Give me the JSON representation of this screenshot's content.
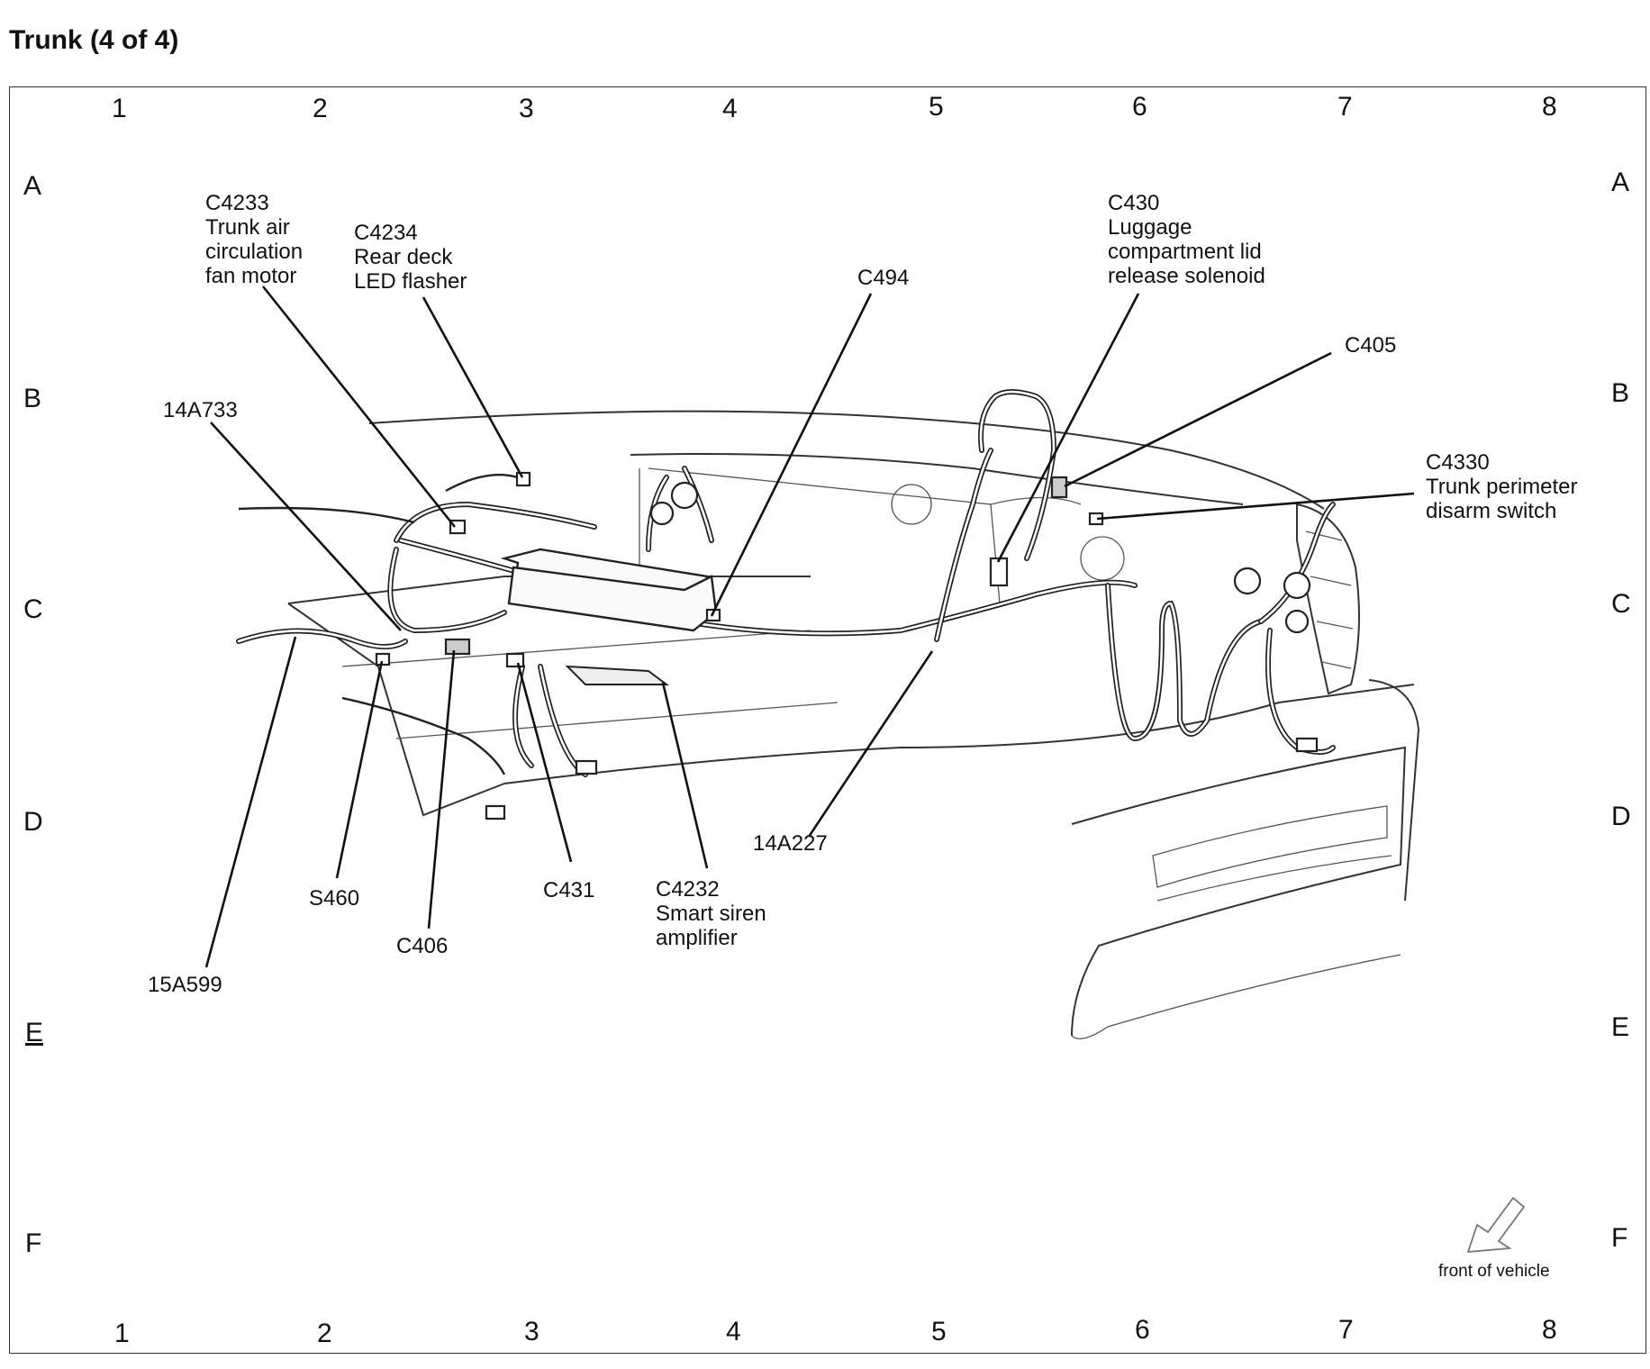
{
  "page": {
    "title": "Trunk (4 of 4)"
  },
  "grid": {
    "columns": [
      "1",
      "2",
      "3",
      "4",
      "5",
      "6",
      "7",
      "8"
    ],
    "rows": [
      "A",
      "B",
      "C",
      "D",
      "E",
      "F"
    ]
  },
  "callouts": {
    "c4233": {
      "id": "C4233",
      "desc": [
        "Trunk air",
        "circulation",
        "fan motor"
      ]
    },
    "c4234": {
      "id": "C4234",
      "desc": [
        "Rear deck",
        "LED flasher"
      ]
    },
    "c494": {
      "id": "C494"
    },
    "c430": {
      "id": "C430",
      "desc": [
        "Luggage",
        "compartment lid",
        "release solenoid"
      ]
    },
    "c405": {
      "id": "C405"
    },
    "c4330": {
      "id": "C4330",
      "desc": [
        "Trunk perimeter",
        "disarm switch"
      ]
    },
    "w14a733": {
      "id": "14A733"
    },
    "w14a227": {
      "id": "14A227"
    },
    "c4232": {
      "id": "C4232",
      "desc": [
        "Smart siren",
        "amplifier"
      ]
    },
    "c431": {
      "id": "C431"
    },
    "s460": {
      "id": "S460"
    },
    "c406": {
      "id": "C406"
    },
    "w15a599": {
      "id": "15A599"
    }
  },
  "orientation": {
    "label": "front of vehicle",
    "icon": "front-arrow-icon"
  },
  "colors": {
    "ink": "#111111",
    "frame": "#333333",
    "background": "#ffffff"
  }
}
